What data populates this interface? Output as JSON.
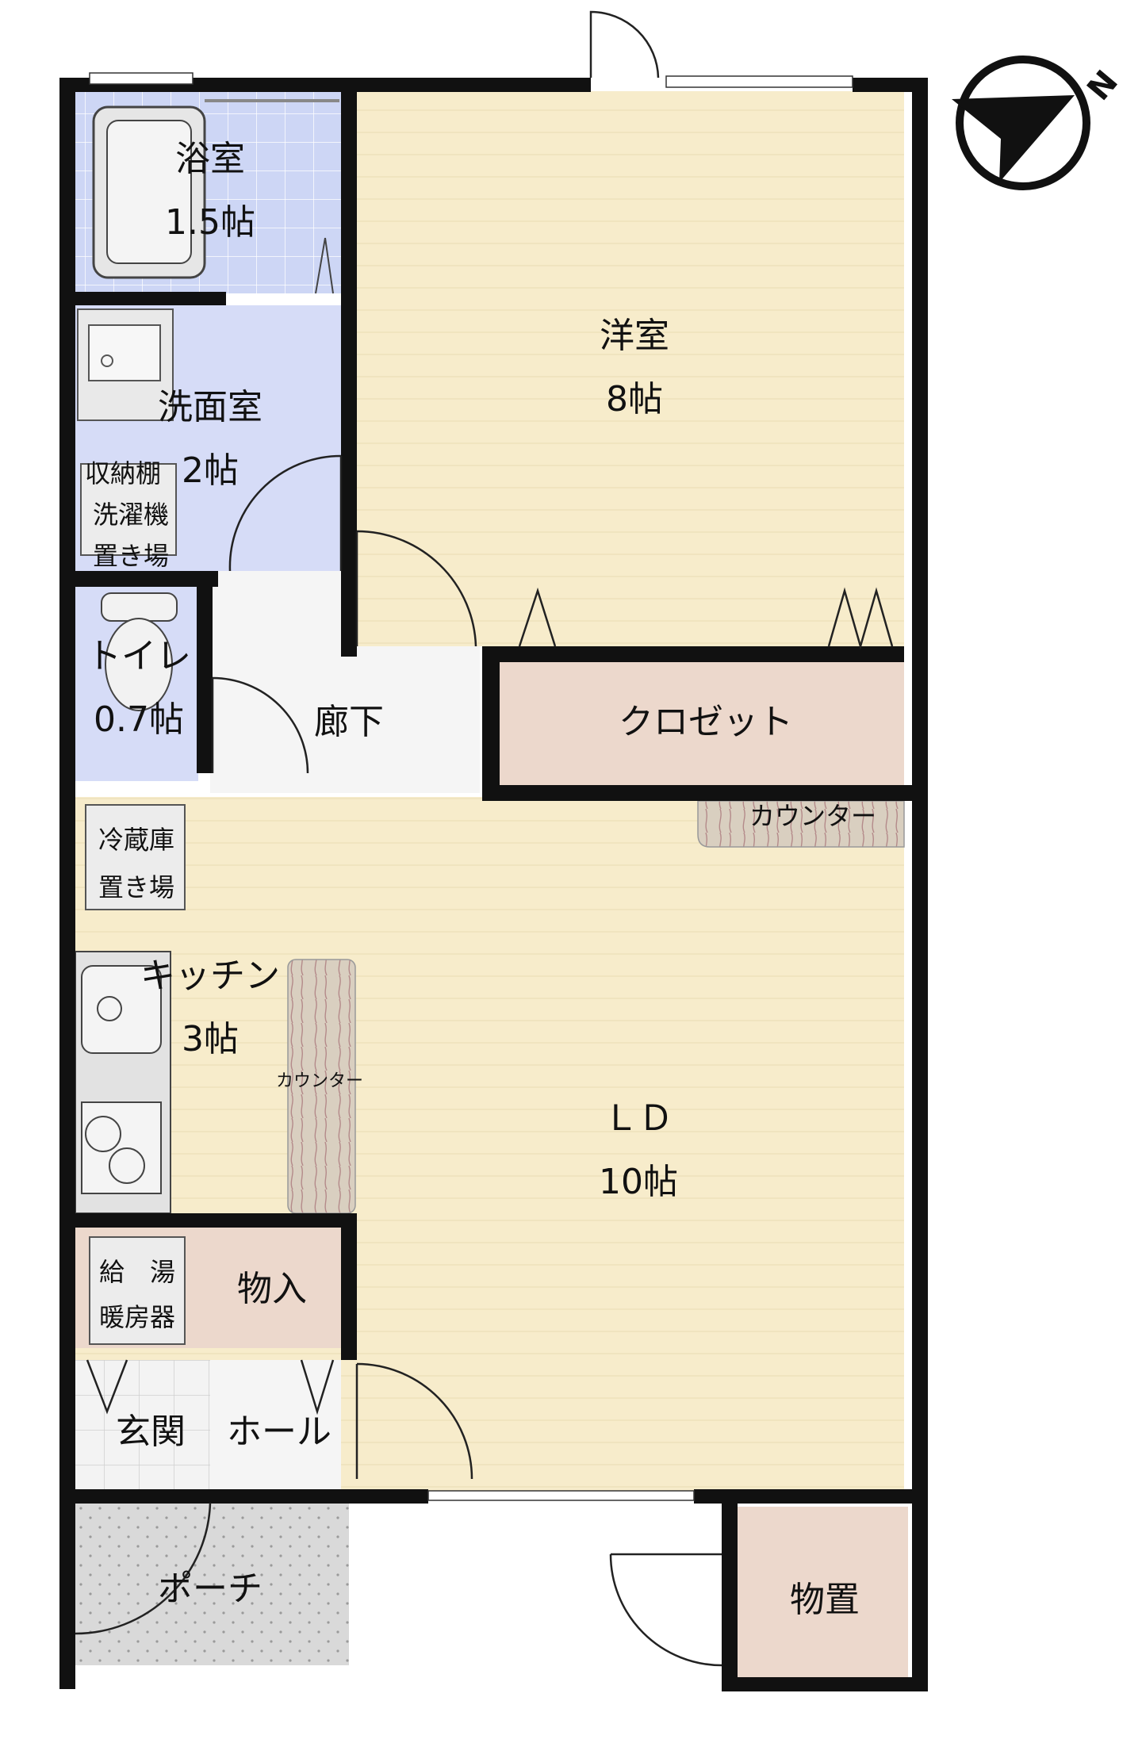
{
  "rooms": {
    "bath": {
      "name": "浴室",
      "size": "1.5帖"
    },
    "washroom": {
      "name": "洗面室",
      "size": "2帖"
    },
    "storage_shelf": "収納棚",
    "washer_1": "洗濯機",
    "washer_2": "置き場",
    "toilet": {
      "name": "トイレ",
      "size": "0.7帖"
    },
    "hallway": "廊下",
    "western": {
      "name": "洋室",
      "size": "8帖"
    },
    "closet": "クロゼット",
    "counter_top": "カウンター",
    "fridge_1": "冷蔵庫",
    "fridge_2": "置き場",
    "kitchen": {
      "name": "キッチン",
      "size": "3帖"
    },
    "counter_side": "カウンター",
    "ld": {
      "name": "ＬＤ",
      "size": "10帖"
    },
    "heater_1": "給　湯",
    "heater_2": "暖房器",
    "storage": "物入",
    "entrance": "玄関",
    "hall": "ホール",
    "porch": "ポーチ",
    "shed": "物置"
  },
  "compass": {
    "label": "N"
  },
  "colors": {
    "wall": "#111111",
    "bath_fill": "#cdd6f5",
    "wash_fill": "#d6dcf7",
    "floor_fill": "#f7eccb",
    "closet_fill": "#ecd8cc",
    "hall_fill": "#f5f5f5",
    "porch_fill": "#d9d9d9"
  }
}
